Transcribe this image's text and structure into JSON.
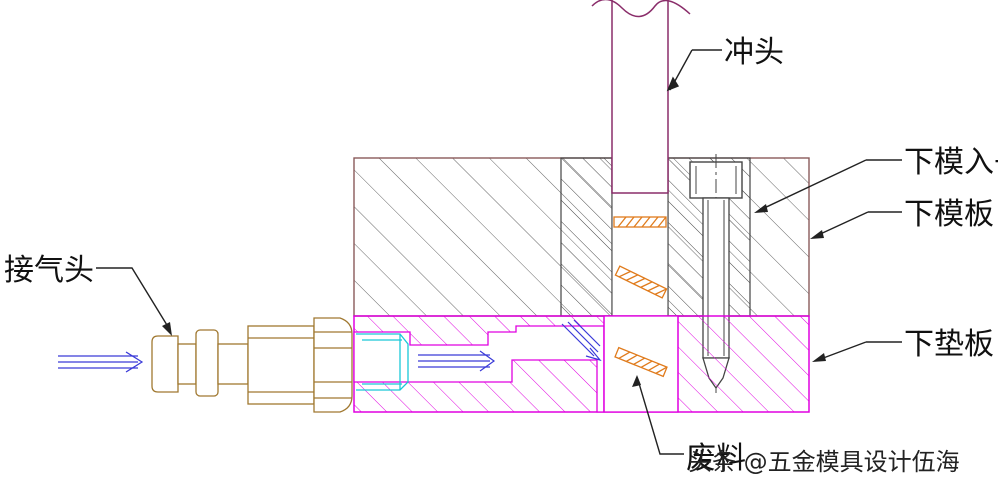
{
  "labels": {
    "punch": "冲头",
    "lower_die_insert": "下模入子",
    "lower_die_plate": "下模板",
    "lower_backing_plate": "下垫板",
    "air_fitting": "接气头",
    "scrap": "废料"
  },
  "watermark": "头条 @五金模具设计伍海",
  "colors": {
    "outline": "#8a5a5a",
    "hatch": "#555555",
    "magenta": "#e000e0",
    "scrap": "#e07b1c",
    "cyan": "#19c8d8",
    "fitting": "#a07830",
    "air_arrow": "#3a3ad8",
    "leader": "#222222",
    "punch": "#8a2d6a"
  }
}
